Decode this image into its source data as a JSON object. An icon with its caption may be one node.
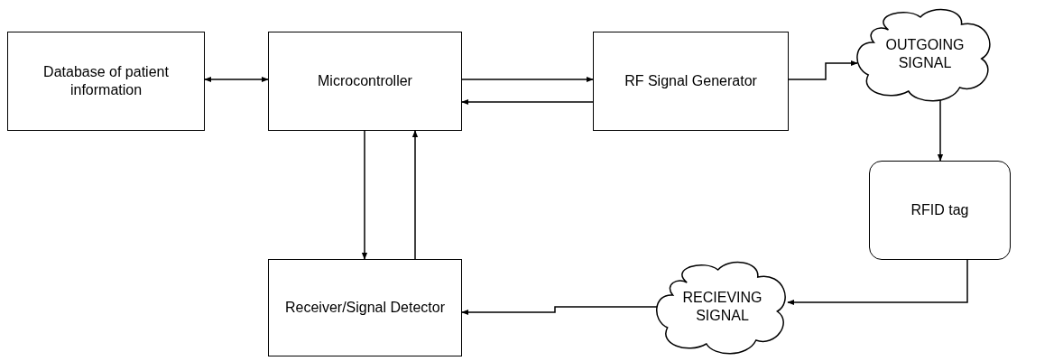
{
  "diagram": {
    "nodes": [
      {
        "text": [
          "Database of patient information"
        ]
      },
      {
        "text": [
          "Microcontroller"
        ]
      },
      {
        "text": [
          "RF Signal Generator"
        ]
      },
      {
        "text": [
          "OUTGOING SIGNAL"
        ]
      },
      {
        "text": [
          "RFID tag"
        ]
      },
      {
        "text": [
          "RECIEVING SIGNAL"
        ]
      },
      {
        "text": [
          "Receiver/Signal Detector"
        ]
      }
    ],
    "edges": [
      {
        "from": 0,
        "to": 1,
        "arrow": "both"
      },
      {
        "from": 1,
        "to": 2,
        "arrow": "to"
      },
      {
        "from": 2,
        "to": 1,
        "arrow": "to"
      },
      {
        "from": 1,
        "to": 6,
        "arrow": "to"
      },
      {
        "from": 6,
        "to": 1,
        "arrow": "to"
      },
      {
        "from": 2,
        "to": 3,
        "arrow": "to"
      },
      {
        "from": 3,
        "to": 4,
        "arrow": "to"
      },
      {
        "from": 4,
        "to": 5,
        "arrow": "to"
      },
      {
        "from": 5,
        "to": 6,
        "arrow": "to"
      }
    ]
  }
}
